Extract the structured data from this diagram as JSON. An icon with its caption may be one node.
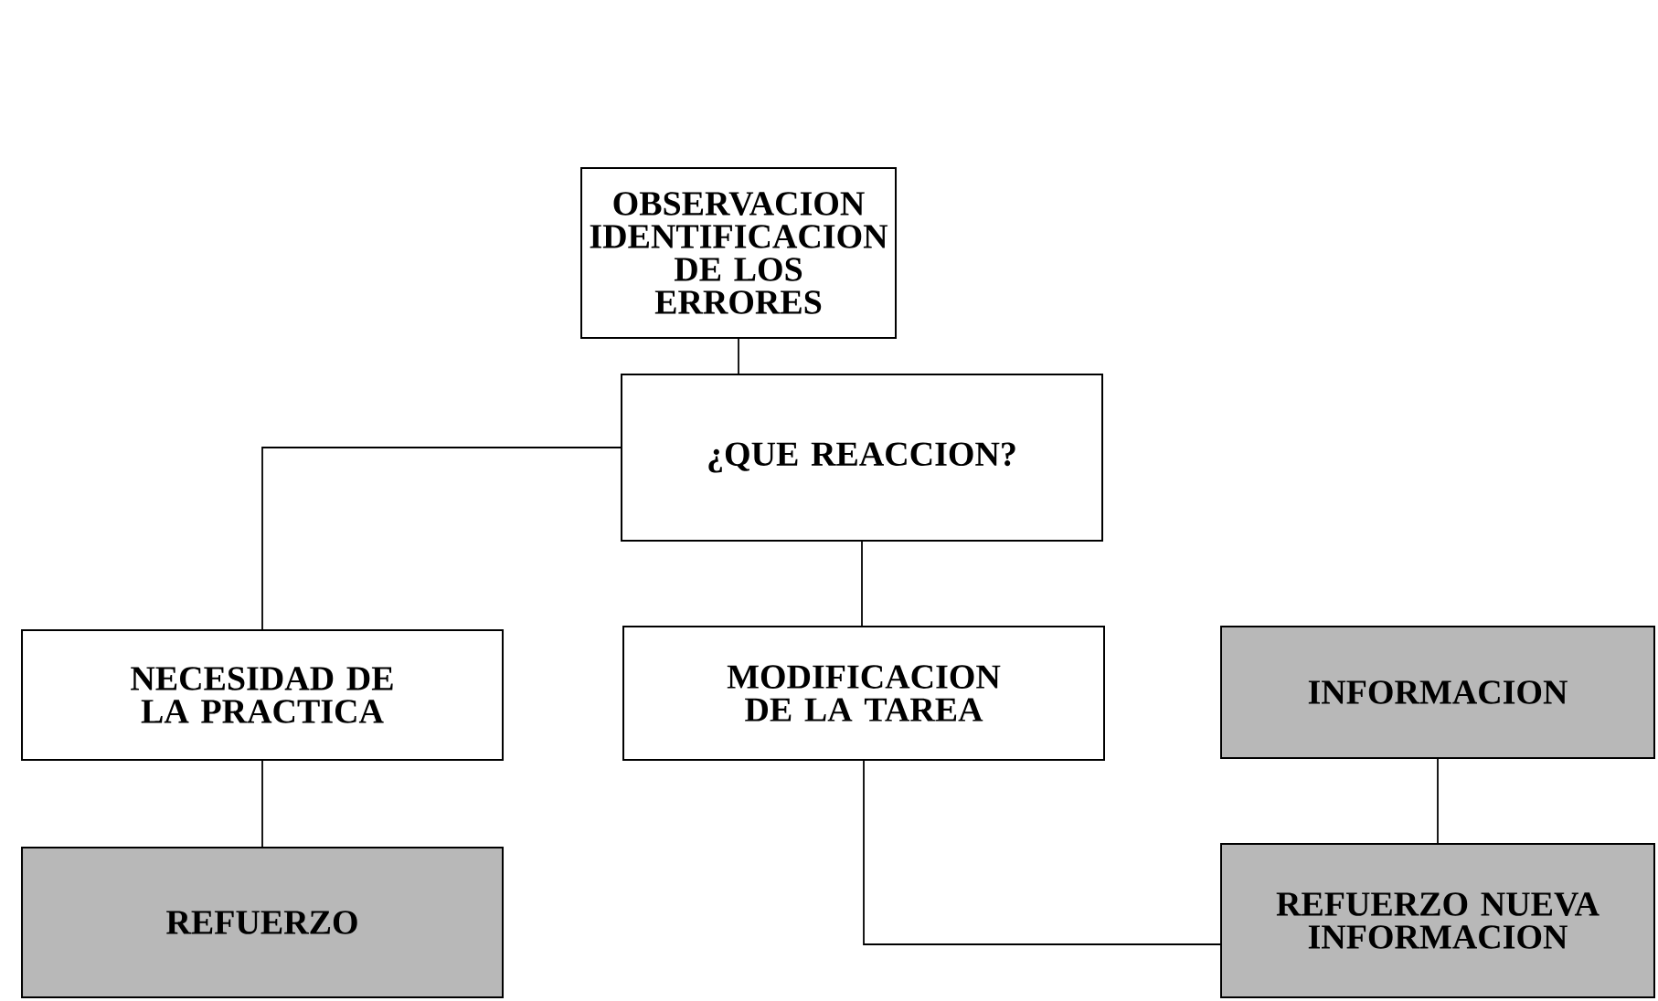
{
  "diagram": {
    "nodes": [
      {
        "text": [
          "OBSERVACION IDENTIFICACION DE LOS ERRORES"
        ]
      },
      {
        "text": [
          "¿QUE REACCION?"
        ]
      },
      {
        "text": [
          "NECESIDAD DE LA PRACTICA"
        ]
      },
      {
        "text": [
          "MODIFICACION DE LA TAREA"
        ]
      },
      {
        "text": [
          "INFORMACION"
        ]
      },
      {
        "text": [
          "REFUERZO"
        ]
      },
      {
        "text": [
          "REFUERZO NUEVA INFORMACION"
        ]
      }
    ],
    "edges": [
      {
        "from": 0,
        "to": 1,
        "arrow": "none"
      },
      {
        "from": 1,
        "to": 2,
        "arrow": "none"
      },
      {
        "from": 1,
        "to": 3,
        "arrow": "none"
      },
      {
        "from": 2,
        "to": 5,
        "arrow": "none"
      },
      {
        "from": 3,
        "to": 6,
        "arrow": "none"
      },
      {
        "from": 4,
        "to": 6,
        "arrow": "none"
      }
    ]
  }
}
